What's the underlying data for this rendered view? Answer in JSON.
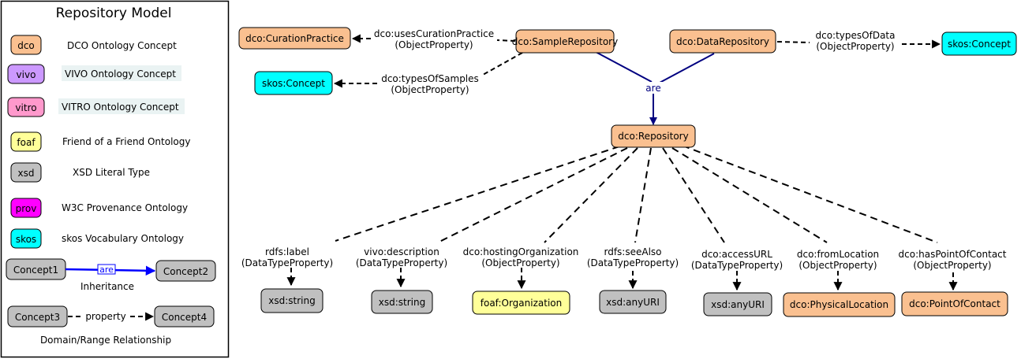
{
  "legend": {
    "title": "Repository Model",
    "items": [
      {
        "badge": "dco",
        "label": "DCO Ontology Concept",
        "color": "#fac090",
        "label_bg": ""
      },
      {
        "badge": "vivo",
        "label": "VIVO Ontology Concept",
        "color": "#cc99ff",
        "label_bg": "#eaf3f3"
      },
      {
        "badge": "vitro",
        "label": "VITRO Ontology Concept",
        "color": "#ff99cc",
        "label_bg": "#eaf3f3"
      },
      {
        "badge": "foaf",
        "label": "Friend of a Friend Ontology",
        "color": "#ffff99",
        "label_bg": ""
      },
      {
        "badge": "xsd",
        "label": "XSD Literal Type",
        "color": "#c0c0c0",
        "label_bg": ""
      },
      {
        "badge": "prov",
        "label": "W3C Provenance Ontology",
        "color": "#ff00ff",
        "label_bg": ""
      },
      {
        "badge": "skos",
        "label": "skos Vocabulary Ontology",
        "color": "#00ffff",
        "label_bg": ""
      }
    ],
    "inheritance": {
      "from": "Concept1",
      "to": "Concept2",
      "edge_label": "are",
      "caption": "Inheritance"
    },
    "domain_range": {
      "from": "Concept3",
      "to": "Concept4",
      "edge_label": "property",
      "caption": "Domain/Range Relationship"
    }
  },
  "colors": {
    "dco": "#fac090",
    "foaf": "#ffff99",
    "xsd": "#c0c0c0",
    "skos": "#00ffff",
    "inherit_legend": "#0000ff",
    "inherit_main": "#000080",
    "stroke": "#000000"
  },
  "nodes": {
    "sample_repository": "dco:SampleRepository",
    "data_repository": "dco:DataRepository",
    "curation_practice": "dco:CurationPractice",
    "skos_concept_samples": "skos:Concept",
    "skos_concept_data": "skos:Concept",
    "repository": "dco:Repository",
    "label_range": "xsd:string",
    "description_range": "xsd:string",
    "hosting_org_range": "foaf:Organization",
    "see_also_range": "xsd:anyURI",
    "access_url_range": "xsd:anyURI",
    "from_location_range": "dco:PhysicalLocation",
    "contact_range": "dco:PointOfContact"
  },
  "edges": {
    "inheritance_label": "are",
    "uses_curation_practice": {
      "name": "dco:usesCurationPractice",
      "type": "(ObjectProperty)"
    },
    "types_of_samples": {
      "name": "dco:typesOfSamples",
      "type": "(ObjectProperty)"
    },
    "types_of_data": {
      "name": "dco:typesOfData",
      "type": "(ObjectProperty)"
    },
    "label": {
      "name": "rdfs:label",
      "type": "(DataTypeProperty)"
    },
    "description": {
      "name": "vivo:description",
      "type": "(DataTypeProperty)"
    },
    "hosting_organization": {
      "name": "dco:hostingOrganization",
      "type": "(ObjectProperty)"
    },
    "see_also": {
      "name": "rdfs:seeAlso",
      "type": "(DataTypeProperty)"
    },
    "access_url": {
      "name": "dco:accessURL",
      "type": "(DataTypeProperty)"
    },
    "from_location": {
      "name": "dco:fromLocation",
      "type": "(ObjectProperty)"
    },
    "has_point_of_contact": {
      "name": "dco:hasPointOfContact",
      "type": "(ObjectProperty)"
    }
  }
}
